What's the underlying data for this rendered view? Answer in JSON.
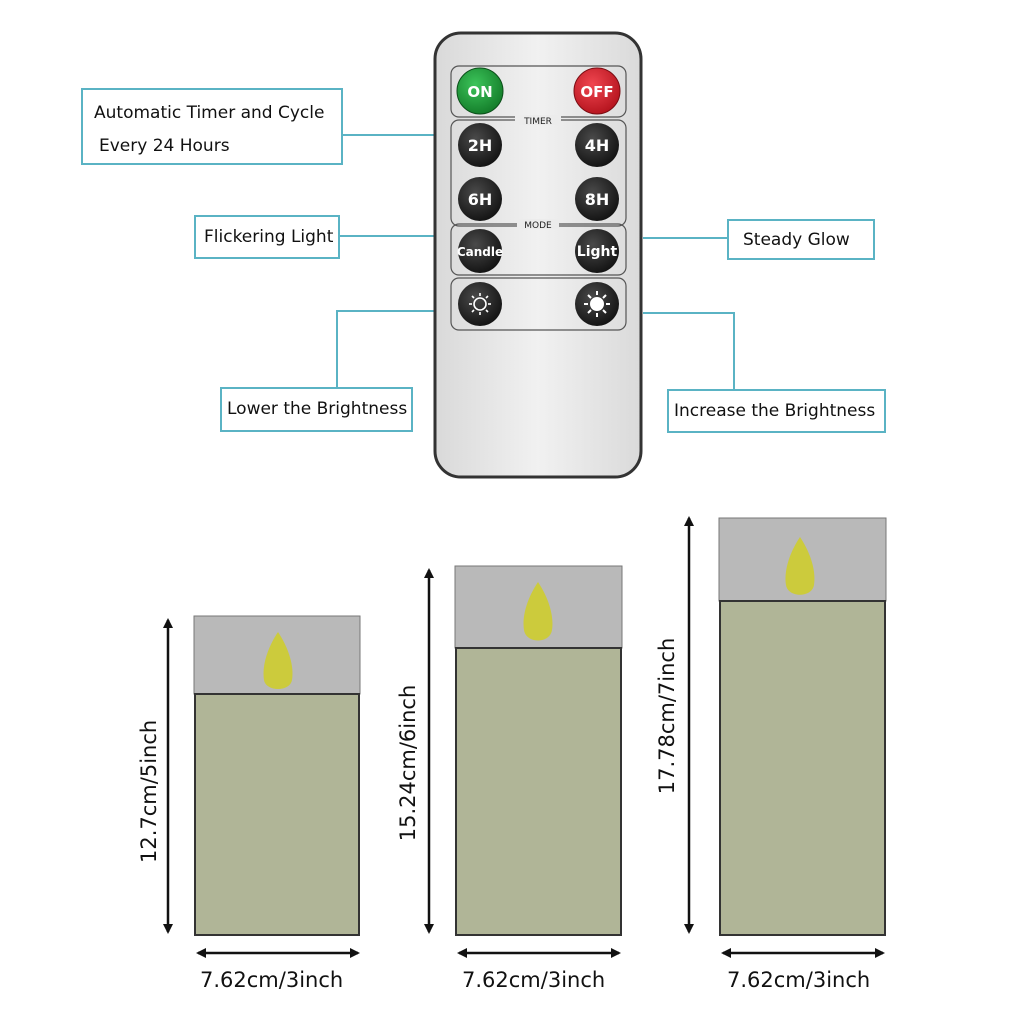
{
  "remote": {
    "on_label": "ON",
    "off_label": "OFF",
    "timer_heading": "TIMER",
    "timer_buttons": [
      "2H",
      "4H",
      "6H",
      "8H"
    ],
    "mode_heading": "MODE",
    "candle_label": "Candle",
    "light_label": "Light",
    "brightness_down_icon": "dim-sun-icon",
    "brightness_up_icon": "bright-sun-icon",
    "colors": {
      "on": "#1e9e3a",
      "off": "#d8202a",
      "button": "#222222",
      "body": "#e8e8e8",
      "frame": "#333333"
    }
  },
  "callouts": {
    "timer_line1": "Automatic Timer and Cycle",
    "timer_line2": "Every 24 Hours",
    "flicker": "Flickering Light",
    "steady": "Steady Glow",
    "lower": "Lower the Brightness",
    "increase": "Increase the Brightness",
    "color": "#5ab3c4"
  },
  "candles": [
    {
      "height_label": "12.7cm/5inch",
      "width_label": "7.62cm/3inch",
      "height_in": 5,
      "width_in": 3
    },
    {
      "height_label": "15.24cm/6inch",
      "width_label": "7.62cm/3inch",
      "height_in": 6,
      "width_in": 3
    },
    {
      "height_label": "17.78cm/7inch",
      "width_label": "7.62cm/3inch",
      "height_in": 7,
      "width_in": 3
    }
  ],
  "candle_colors": {
    "body": "#b0b597",
    "top": "#b9b9b9",
    "flame": "#cccb3c",
    "outline": "#333333"
  }
}
